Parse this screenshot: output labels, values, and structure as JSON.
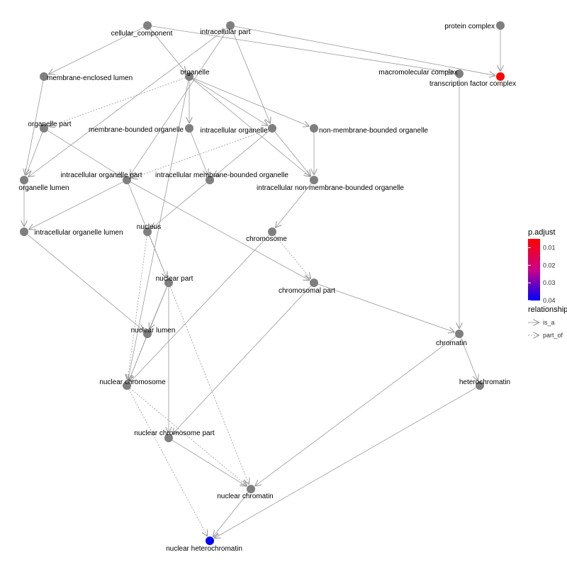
{
  "colors": {
    "node": "#7f7f7f",
    "edge": "#999999",
    "high": "#ff0000",
    "low": "#0000ff"
  },
  "nodes": [
    {
      "id": "cellular_component",
      "label": "cellular_component"
    },
    {
      "id": "intracellular_part",
      "label": "intracellular part"
    },
    {
      "id": "protein_complex",
      "label": "protein complex"
    },
    {
      "id": "membrane_enclosed_lumen",
      "label": "membrane-enclosed lumen"
    },
    {
      "id": "organelle",
      "label": "organelle"
    },
    {
      "id": "macromolecular_complex",
      "label": "macromolecular complex"
    },
    {
      "id": "transcription_factor_complex",
      "label": "transcription factor complex",
      "p_adjust": 0.005
    },
    {
      "id": "organelle_part",
      "label": "organelle part"
    },
    {
      "id": "membrane_bounded_organelle",
      "label": "membrane-bounded organelle"
    },
    {
      "id": "intracellular_organelle",
      "label": "intracellular organelle"
    },
    {
      "id": "non_membrane_bounded_organelle",
      "label": "non-membrane-bounded organelle"
    },
    {
      "id": "organelle_lumen",
      "label": "organelle lumen"
    },
    {
      "id": "intracellular_organelle_part",
      "label": "intracellular organelle part"
    },
    {
      "id": "intracellular_membrane_bounded_organelle",
      "label": "intracellular membrane-bounded organelle"
    },
    {
      "id": "intracellular_non_membrane_bounded_organelle",
      "label": "intracellular non-membrane-bounded organelle"
    },
    {
      "id": "intracellular_organelle_lumen",
      "label": "intracellular organelle lumen"
    },
    {
      "id": "nucleus",
      "label": "nucleus"
    },
    {
      "id": "chromosome",
      "label": "chromosome"
    },
    {
      "id": "nuclear_part",
      "label": "nuclear part"
    },
    {
      "id": "chromosomal_part",
      "label": "chromosomal part"
    },
    {
      "id": "nuclear_lumen",
      "label": "nuclear lumen"
    },
    {
      "id": "chromatin",
      "label": "chromatin"
    },
    {
      "id": "nuclear_chromosome",
      "label": "nuclear chromosome"
    },
    {
      "id": "heterochromatin",
      "label": "heterochromatin"
    },
    {
      "id": "nuclear_chromosome_part",
      "label": "nuclear chromosome part"
    },
    {
      "id": "nuclear_chromatin",
      "label": "nuclear chromatin"
    },
    {
      "id": "nuclear_heterochromatin",
      "label": "nuclear heterochromatin",
      "p_adjust": 0.04
    }
  ],
  "edges": [
    {
      "from": "cellular_component",
      "to": "membrane_enclosed_lumen",
      "type": "is_a"
    },
    {
      "from": "cellular_component",
      "to": "organelle",
      "type": "is_a"
    },
    {
      "from": "cellular_component",
      "to": "macromolecular_complex",
      "type": "is_a"
    },
    {
      "from": "intracellular_part",
      "to": "intracellular_organelle",
      "type": "is_a"
    },
    {
      "from": "intracellular_part",
      "to": "intracellular_organelle_part",
      "type": "is_a"
    },
    {
      "from": "intracellular_part",
      "to": "transcription_factor_complex",
      "type": "is_a"
    },
    {
      "from": "intracellular_part",
      "to": "organelle_lumen",
      "type": "is_a"
    },
    {
      "from": "protein_complex",
      "to": "transcription_factor_complex",
      "type": "is_a"
    },
    {
      "from": "macromolecular_complex",
      "to": "chromatin",
      "type": "is_a"
    },
    {
      "from": "membrane_enclosed_lumen",
      "to": "organelle_lumen",
      "type": "is_a"
    },
    {
      "from": "organelle",
      "to": "membrane_bounded_organelle",
      "type": "is_a"
    },
    {
      "from": "organelle",
      "to": "intracellular_organelle",
      "type": "is_a"
    },
    {
      "from": "organelle",
      "to": "non_membrane_bounded_organelle",
      "type": "is_a"
    },
    {
      "from": "organelle",
      "to": "intracellular_non_membrane_bounded_organelle",
      "type": "is_a"
    },
    {
      "from": "organelle",
      "to": "organelle_part",
      "type": "part_of"
    },
    {
      "from": "organelle",
      "to": "nuclear_chromosome",
      "type": "is_a"
    },
    {
      "from": "organelle_part",
      "to": "organelle_lumen",
      "type": "is_a"
    },
    {
      "from": "organelle_part",
      "to": "intracellular_organelle_part",
      "type": "is_a"
    },
    {
      "from": "membrane_bounded_organelle",
      "to": "intracellular_membrane_bounded_organelle",
      "type": "is_a"
    },
    {
      "from": "intracellular_organelle",
      "to": "intracellular_membrane_bounded_organelle",
      "type": "is_a"
    },
    {
      "from": "intracellular_organelle",
      "to": "intracellular_non_membrane_bounded_organelle",
      "type": "is_a"
    },
    {
      "from": "intracellular_organelle",
      "to": "intracellular_organelle_part",
      "type": "part_of"
    },
    {
      "from": "non_membrane_bounded_organelle",
      "to": "intracellular_non_membrane_bounded_organelle",
      "type": "is_a"
    },
    {
      "from": "organelle_lumen",
      "to": "intracellular_organelle_lumen",
      "type": "is_a"
    },
    {
      "from": "intracellular_organelle_part",
      "to": "intracellular_organelle_lumen",
      "type": "is_a"
    },
    {
      "from": "intracellular_organelle_part",
      "to": "chromosomal_part",
      "type": "is_a"
    },
    {
      "from": "intracellular_organelle_part",
      "to": "nuclear_part",
      "type": "is_a"
    },
    {
      "from": "intracellular_membrane_bounded_organelle",
      "to": "nucleus",
      "type": "is_a"
    },
    {
      "from": "intracellular_non_membrane_bounded_organelle",
      "to": "chromosome",
      "type": "is_a"
    },
    {
      "from": "intracellular_organelle_lumen",
      "to": "nuclear_lumen",
      "type": "is_a"
    },
    {
      "from": "nucleus",
      "to": "nuclear_part",
      "type": "part_of"
    },
    {
      "from": "nucleus",
      "to": "nuclear_chromosome",
      "type": "part_of"
    },
    {
      "from": "chromosome",
      "to": "chromosomal_part",
      "type": "part_of"
    },
    {
      "from": "chromosome",
      "to": "nuclear_chromosome",
      "type": "is_a"
    },
    {
      "from": "nuclear_part",
      "to": "nuclear_lumen",
      "type": "is_a"
    },
    {
      "from": "nuclear_part",
      "to": "nuclear_chromosome_part",
      "type": "is_a"
    },
    {
      "from": "nuclear_part",
      "to": "nuclear_chromatin",
      "type": "part_of"
    },
    {
      "from": "nuclear_part",
      "to": "nuclear_chromosome",
      "type": "is_a"
    },
    {
      "from": "chromosomal_part",
      "to": "chromatin",
      "type": "is_a"
    },
    {
      "from": "chromosomal_part",
      "to": "nuclear_chromosome_part",
      "type": "is_a"
    },
    {
      "from": "nuclear_lumen",
      "to": "nuclear_chromosome",
      "type": "part_of"
    },
    {
      "from": "chromatin",
      "to": "heterochromatin",
      "type": "is_a"
    },
    {
      "from": "chromatin",
      "to": "nuclear_chromatin",
      "type": "is_a"
    },
    {
      "from": "nuclear_chromosome",
      "to": "nuclear_chromatin",
      "type": "part_of"
    },
    {
      "from": "nuclear_chromosome",
      "to": "nuclear_heterochromatin",
      "type": "part_of"
    },
    {
      "from": "nuclear_chromosome_part",
      "to": "nuclear_chromatin",
      "type": "is_a"
    },
    {
      "from": "heterochromatin",
      "to": "nuclear_heterochromatin",
      "type": "is_a"
    },
    {
      "from": "nuclear_chromatin",
      "to": "nuclear_heterochromatin",
      "type": "is_a"
    }
  ],
  "legend": {
    "color_title": "p.adjust",
    "color_ticks": [
      {
        "label": "0.01",
        "value": 0.01
      },
      {
        "label": "0.02",
        "value": 0.02
      },
      {
        "label": "0.03",
        "value": 0.03
      },
      {
        "label": "0.04",
        "value": 0.04
      }
    ],
    "color_range": [
      0.005,
      0.04
    ],
    "relationship_title": "relationship",
    "relationship_items": [
      {
        "label": "is_a",
        "type": "is_a"
      },
      {
        "label": "part_of",
        "type": "part_of"
      }
    ]
  }
}
